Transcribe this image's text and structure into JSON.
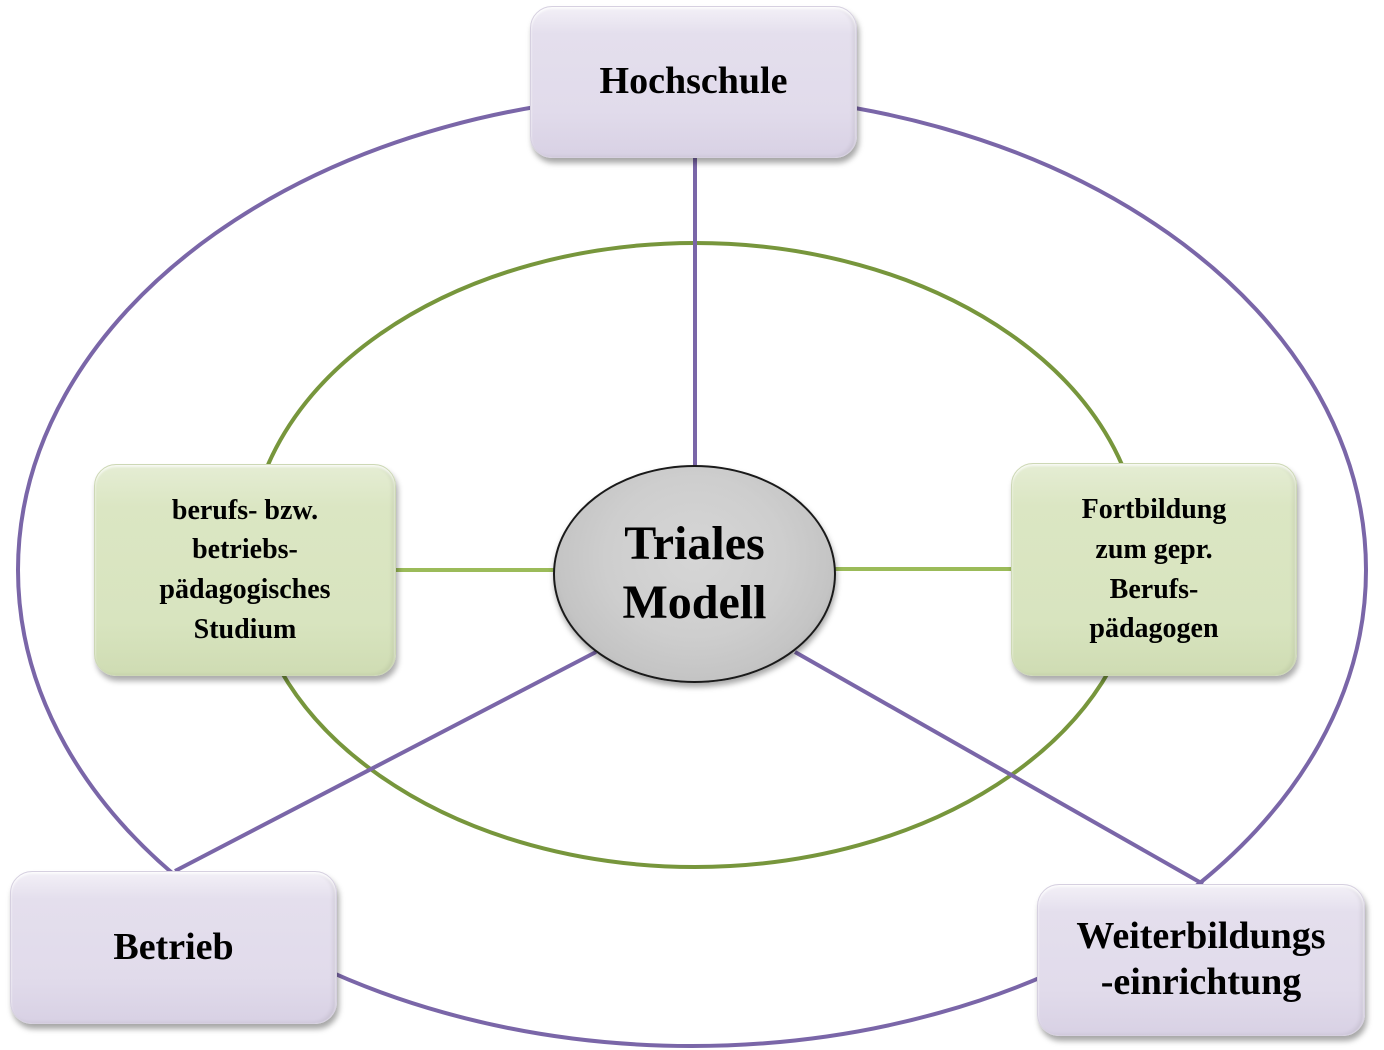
{
  "diagram": {
    "title": "Triales Modell",
    "center": {
      "label": "Triales\nModell",
      "fill": "#cccccc"
    },
    "outer_ring": {
      "color": "#7a66a8",
      "nodes": [
        {
          "id": "hochschule",
          "label": "Hochschule",
          "fill": "#e3deec"
        },
        {
          "id": "betrieb",
          "label": "Betrieb",
          "fill": "#e3deec"
        },
        {
          "id": "weiterbildung",
          "label": "Weiterbildungs\n-einrichtung",
          "fill": "#e3deec"
        }
      ]
    },
    "inner_ring": {
      "color": "#77963c",
      "nodes": [
        {
          "id": "studium",
          "label": "berufs- bzw.\nbetriebs-\npädagogisches\nStudium",
          "fill": "#dae5c2"
        },
        {
          "id": "fortbildung",
          "label": "Fortbildung\nzum gepr.\nBerufs-\npädagogen",
          "fill": "#dae5c2"
        }
      ]
    },
    "connections": [
      {
        "from": "center",
        "to": "hochschule",
        "color": "#7a66a8"
      },
      {
        "from": "center",
        "to": "betrieb",
        "color": "#7a66a8"
      },
      {
        "from": "center",
        "to": "weiterbildung",
        "color": "#7a66a8"
      },
      {
        "from": "center",
        "to": "studium",
        "color": "#9bbb59"
      },
      {
        "from": "center",
        "to": "fortbildung",
        "color": "#9bbb59"
      }
    ]
  }
}
